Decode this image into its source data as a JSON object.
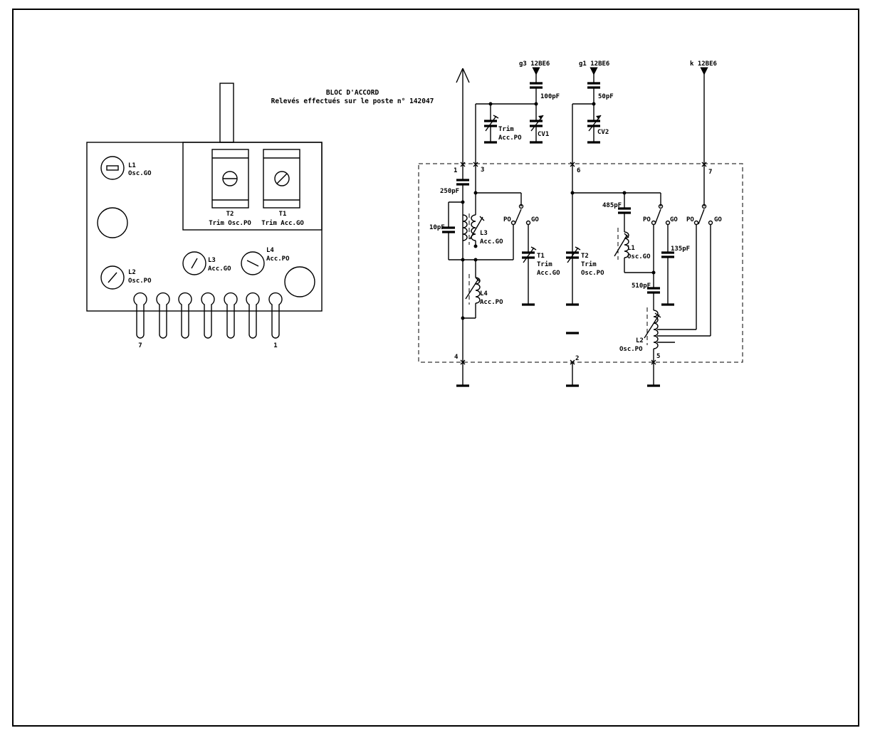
{
  "title": {
    "line1": "BLOC D'ACCORD",
    "line2": "Relevés effectués sur le poste n° 142047"
  },
  "block_view": {
    "labels": {
      "l1": [
        "L1",
        "Osc.GO"
      ],
      "l2": [
        "L2",
        "Osc.PO"
      ],
      "l3": [
        "L3",
        "Acc.GO"
      ],
      "l4": [
        "L4",
        "Acc.PO"
      ],
      "t2": [
        "T2",
        "Trim Osc.PO"
      ],
      "t1": [
        "T1",
        "Trim Acc.GO"
      ]
    },
    "pin_first": "7",
    "pin_last": "1"
  },
  "schematic": {
    "tube_pins": {
      "g3": "g3 12BE6",
      "g1": "g1 12BE6",
      "k": "k 12BE6"
    },
    "pins": {
      "p1": "1",
      "p2": "2",
      "p3": "3",
      "p4": "4",
      "p5": "5",
      "p6": "6",
      "p7": "7"
    },
    "caps": {
      "c100": "100pF",
      "c50": "50pF",
      "c250": "250pF",
      "c10": "10pF",
      "c485": "485pF",
      "c135": "135pF",
      "c510": "510pF"
    },
    "trim_acc_po": [
      "Trim",
      "Acc.PO"
    ],
    "cv1": "CV1",
    "cv2": "CV2",
    "coils": {
      "l3": [
        "L3",
        "Acc.GO"
      ],
      "l4": [
        "L4",
        "Acc.PO"
      ],
      "l1": [
        "L1",
        "Osc.GO"
      ],
      "l2": [
        "L2",
        "Osc.PO"
      ]
    },
    "trimmers": {
      "t1": [
        "T1",
        "Trim",
        "Acc.GO"
      ],
      "t2": [
        "T2",
        "Trim",
        "Osc.PO"
      ]
    },
    "switch": {
      "po": "PO",
      "go": "GO"
    }
  }
}
